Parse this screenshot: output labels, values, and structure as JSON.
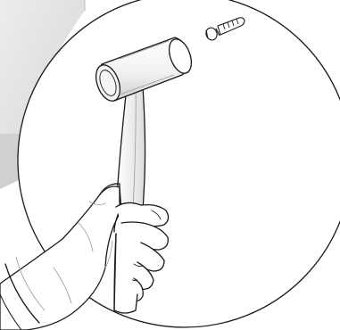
{
  "illustration": {
    "objects": [
      "background-panel",
      "detail-circle",
      "wall-anchor",
      "mallet",
      "gloved-hand"
    ],
    "colors": {
      "background_panel": "#e4e4e4",
      "background_panel_shadow": "#cfcfcf",
      "line": "#1a1a1a",
      "fill": "#ffffff",
      "mallet_shade": "#d6d6d6",
      "glove_shade": "#ececec"
    }
  }
}
